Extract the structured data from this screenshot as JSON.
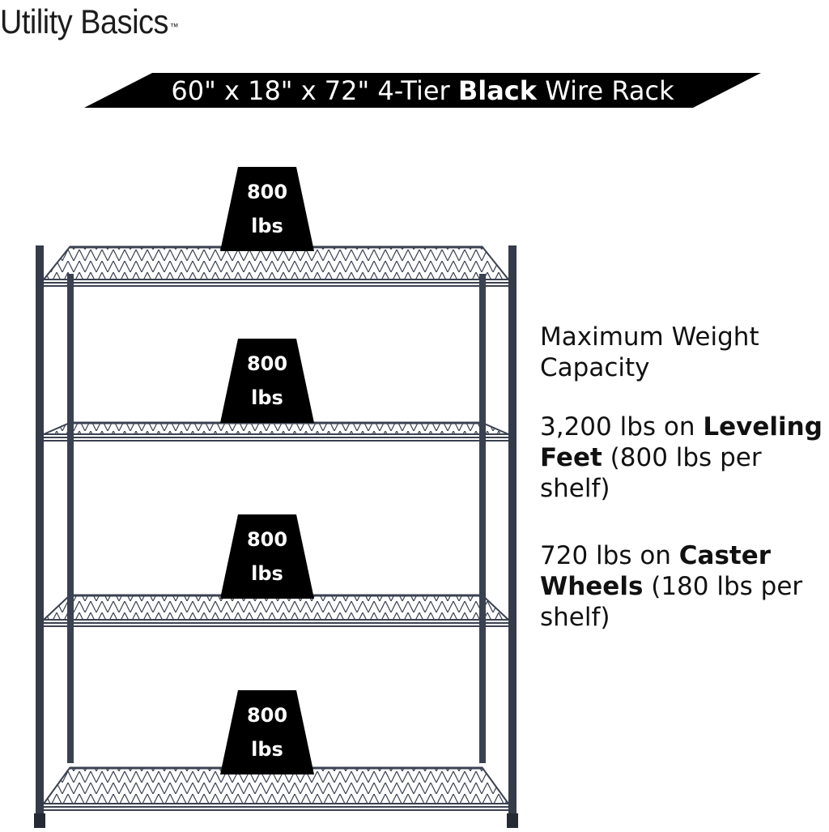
{
  "brand": {
    "name": "Utility Basics",
    "trademark": "™"
  },
  "banner": {
    "before": "60\" x 18\" x 72\" 4-Tier ",
    "bold": "Black",
    "after": " Wire Rack"
  },
  "badges": [
    {
      "value": "800",
      "unit": "lbs"
    },
    {
      "value": "800",
      "unit": "lbs"
    },
    {
      "value": "800",
      "unit": "lbs"
    },
    {
      "value": "800",
      "unit": "lbs"
    }
  ],
  "info": {
    "heading": "Maximum Weight Capacity",
    "feet": {
      "prefix": "3,200 lbs on ",
      "bold": "Leveling Feet",
      "suffix": " (800 lbs per shelf)"
    },
    "casters": {
      "prefix": "720 lbs on ",
      "bold": "Caster Wheels",
      "suffix": " (180 lbs per shelf)"
    }
  },
  "colors": {
    "rack": "#3a4150",
    "badge": "#000000",
    "banner": "#000000"
  }
}
